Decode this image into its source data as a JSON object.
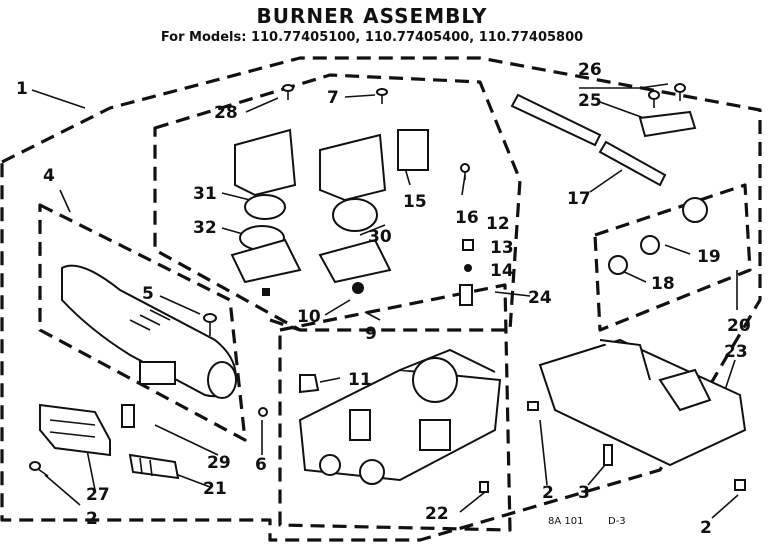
{
  "header": {
    "title": "BURNER ASSEMBLY",
    "models": "For Models: 110.77405100, 110.77405400, 110.77405800"
  },
  "callouts": {
    "c1": "1",
    "c2a": "2",
    "c2b": "2",
    "c2c": "2",
    "c3": "3",
    "c4": "4",
    "c5": "5",
    "c6": "6",
    "c7": "7",
    "c9": "9",
    "c10": "10",
    "c11": "11",
    "c12": "12",
    "c13": "13",
    "c14": "14",
    "c15": "15",
    "c16": "16",
    "c17": "17",
    "c18": "18",
    "c19": "19",
    "c20": "20",
    "c21": "21",
    "c22": "22",
    "c23": "23",
    "c24": "24",
    "c25": "25",
    "c26": "26",
    "c27": "27",
    "c28": "28",
    "c29": "29",
    "c30": "30",
    "c31": "31",
    "c32": "32"
  },
  "footer": {
    "code": "8A 101",
    "page": "D-3"
  }
}
